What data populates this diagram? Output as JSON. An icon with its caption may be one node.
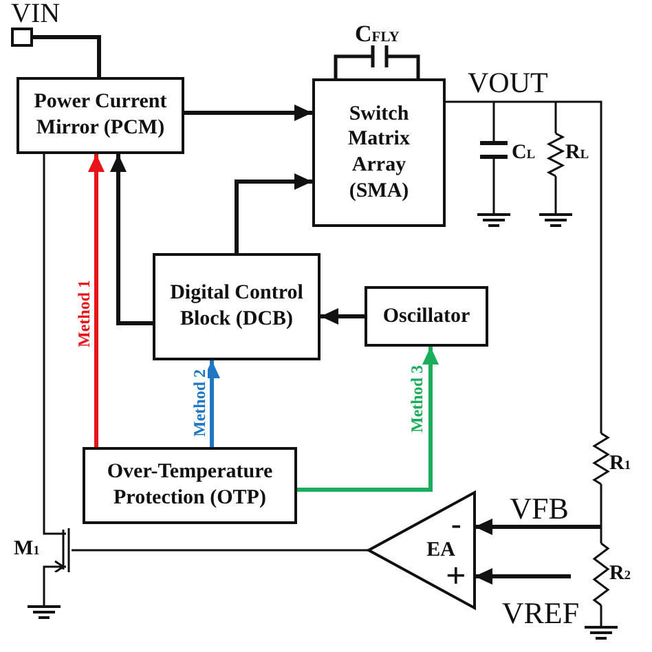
{
  "diagram": {
    "nodes": [
      {
        "text": [],
        "shape": "box",
        "beside": [
          "VIN"
        ]
      },
      {
        "text": [
          "Power Current Mirror (PCM)"
        ]
      },
      {
        "text": [
          "Switch Matrix Array (SMA)"
        ]
      },
      {
        "text": [
          "Digital Control Block (DCB)"
        ]
      },
      {
        "text": [
          "Oscillator"
        ]
      },
      {
        "text": [
          "Over-Temperature Protection (OTP)"
        ]
      },
      {
        "text": [
          "EA"
        ]
      },
      {
        "text": [],
        "shape": "transistor",
        "beside": [
          "M$_{1}$"
        ]
      }
    ],
    "edges": [
      {
        "from": 0,
        "to": 1,
        "arrow": "none"
      },
      {
        "from": 1,
        "to": 2,
        "arrow": "to"
      },
      {
        "from": 3,
        "to": 2,
        "arrow": "to"
      },
      {
        "from": 3,
        "to": 1,
        "arrow": "to"
      },
      {
        "from": 4,
        "to": 3,
        "arrow": "to"
      },
      {
        "from": 5,
        "to": 1,
        "arrow": "to",
        "label": "Method 1",
        "color": "#e8141b"
      },
      {
        "from": 5,
        "to": 3,
        "arrow": "to",
        "label": "Method 2",
        "color": "#1f77c4"
      },
      {
        "from": 5,
        "to": 4,
        "arrow": "to",
        "label": "Method 3",
        "color": "#1aae5a"
      },
      {
        "from": null,
        "to": 6,
        "arrow": "to",
        "label": "VFB"
      },
      {
        "from": null,
        "to": 6,
        "arrow": "to",
        "label": "VREF"
      },
      {
        "from": 1,
        "to": 7,
        "arrow": "none"
      },
      {
        "from": 6,
        "to": 7,
        "arrow": "none"
      }
    ],
    "labels": [
      "C$_{FLY}$",
      "VOUT",
      "C$_{L}$",
      "R$_{L}$",
      "R$_{1}$",
      "-",
      "+",
      "R$_{2}$"
    ]
  }
}
